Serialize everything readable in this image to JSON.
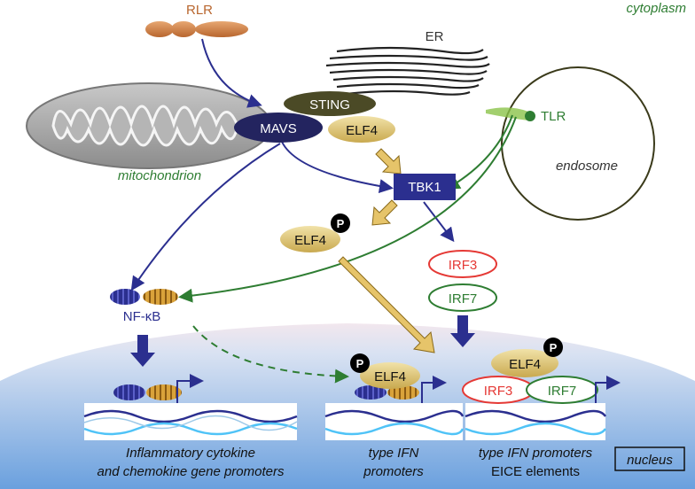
{
  "labels": {
    "cytoplasm": "cytoplasm",
    "rlr": "RLR",
    "er": "ER",
    "mitochondrion": "mitochondrion",
    "endosome": "endosome",
    "tlr": "TLR",
    "sting": "STING",
    "mavs": "MAVS",
    "elf4_er": "ELF4",
    "tbk1": "TBK1",
    "elf4_p": "ELF4",
    "phospho": "P",
    "irf3": "IRF3",
    "irf7": "IRF7",
    "nfkb": "NF-κB",
    "nucleus": "nucleus",
    "elf4_nuc": "ELF4",
    "elf4_nuc2": "ELF4",
    "irf3_nuc": "IRF3",
    "irf7_nuc": "IRF7",
    "promoter1_line1": "Inflammatory cytokine",
    "promoter1_line2": "and chemokine gene promoters",
    "promoter2_line1": "type IFN",
    "promoter2_line2": "promoters",
    "promoter3_line1": "type IFN promoters",
    "promoter3_line2": "EICE elements"
  },
  "colors": {
    "navy": "#2b2f8f",
    "gold": "#d9c078",
    "green": "#2e7d32",
    "red": "#e53935",
    "nucleus_bg": "#8fb6e3"
  }
}
